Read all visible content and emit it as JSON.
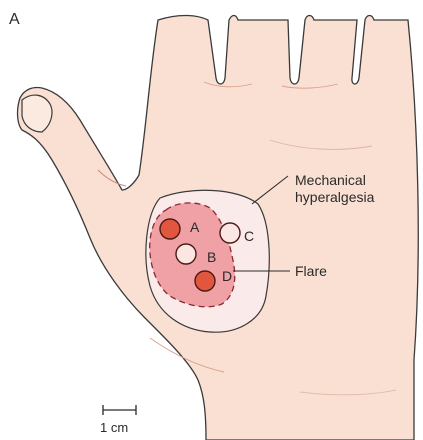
{
  "figure": {
    "panel_label": "A",
    "zones": {
      "mechanical_hyperalgesia": "Mechanical\nhyperalgesia",
      "flare": "Flare"
    },
    "points": [
      {
        "id": "A",
        "label": "A",
        "filled": true
      },
      {
        "id": "B",
        "label": "B",
        "filled": false
      },
      {
        "id": "C",
        "label": "C",
        "filled": false
      },
      {
        "id": "D",
        "label": "D",
        "filled": true
      }
    ],
    "scale_bar": "1 cm"
  },
  "colors": {
    "skin": "#f9e0d2",
    "skin_outline": "#3a3a3a",
    "hyperalgesia_zone": "#fbeaea",
    "flare_zone": "#f0a1a6",
    "flare_outline": "#8a2a2a",
    "filled_point": "#e2553f",
    "open_point": "#fbe6e3"
  }
}
